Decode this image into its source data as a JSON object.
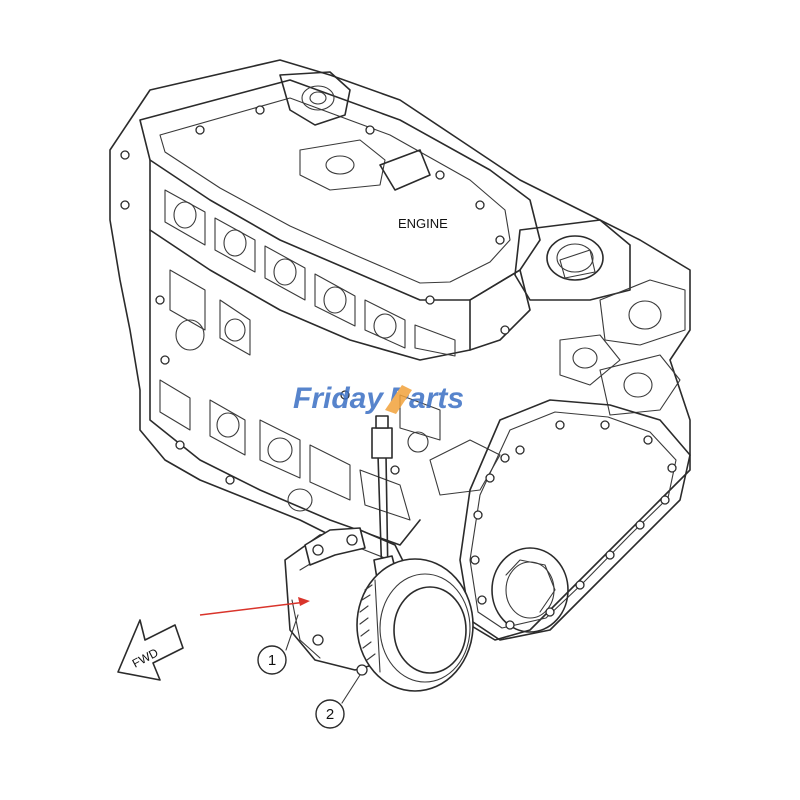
{
  "diagram": {
    "labels": {
      "engine": "ENGINE",
      "fwd": "FWD",
      "callout_1": "1",
      "callout_2": "2"
    },
    "watermark": {
      "text_part1": "Friday",
      "text_part2": "Parts",
      "color_blue": "#3a6fc4",
      "color_orange": "#f2a23a"
    },
    "colors": {
      "line": "#2b2b2b",
      "pointer_arrow": "#d9342b",
      "background": "#ffffff"
    }
  }
}
